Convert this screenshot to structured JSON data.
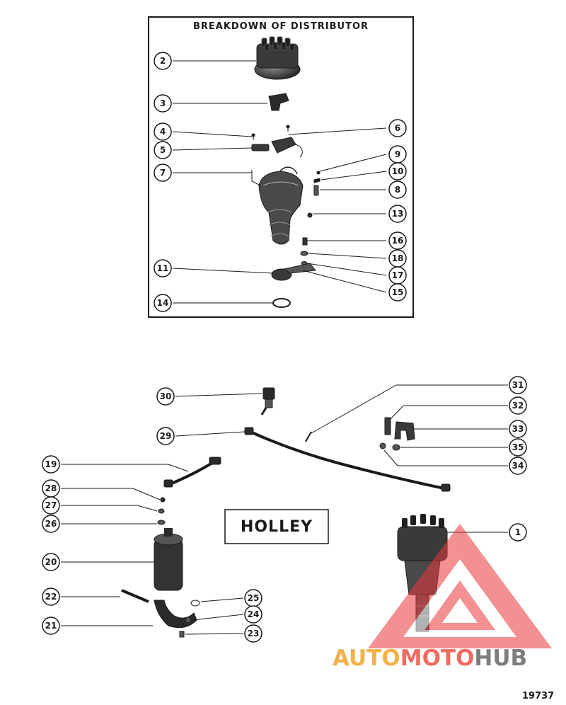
{
  "inset": {
    "title": "BREAKDOWN OF DISTRIBUTOR"
  },
  "callouts": {
    "c1": "1",
    "c2": "2",
    "c3": "3",
    "c4": "4",
    "c5": "5",
    "c6": "6",
    "c7": "7",
    "c8": "8",
    "c9": "9",
    "c10": "10",
    "c11": "11",
    "c13": "13",
    "c14": "14",
    "c15": "15",
    "c16": "16",
    "c17": "17",
    "c18": "18",
    "c19": "19",
    "c20": "20",
    "c21": "21",
    "c22": "22",
    "c23": "23",
    "c24": "24",
    "c25": "25",
    "c26": "26",
    "c27": "27",
    "c28": "28",
    "c29": "29",
    "c30": "30",
    "c31": "31",
    "c32": "32",
    "c33": "33",
    "c34": "34",
    "c35": "35"
  },
  "main": {
    "label": "HOLLEY"
  },
  "watermark": {
    "part1": "AUTO",
    "part2": "MOTO",
    "part3": "HUB"
  },
  "figure_number": "19737",
  "colors": {
    "ink": "#1a1a1a",
    "watermark_red": "#e8373a",
    "watermark_orange": "#f2b14a",
    "watermark_gray": "#7d7d7d"
  }
}
